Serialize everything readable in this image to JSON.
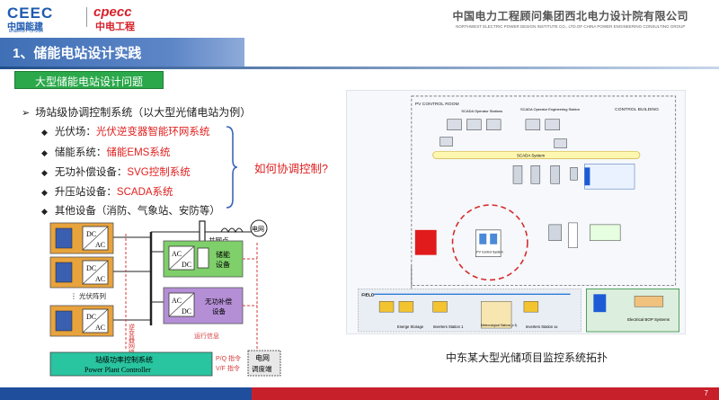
{
  "header": {
    "logo_left_mark": "CEEC",
    "logo_left_cn": "中国能建",
    "logo_left_en": "ENERGY CHINA",
    "logo_right_mark": "cpecc",
    "logo_right_cn": "中电工程",
    "company_cn": "中国电力工程顾问集团西北电力设计院有限公司",
    "company_en": "NORTHWEST ELECTRIC POWER DESIGN INSTITUTE CO., LTD.OF CHINA POWER ENGINEERING CONSULTING GROUP"
  },
  "section_title": "1、储能电站设计实践",
  "subtitle": "大型储能电站设计问题",
  "main_bullet": "场站级协调控制系统（以大型光储电站为例）",
  "sub_bullets": [
    {
      "label": "光伏场：",
      "value": "光伏逆变器智能环网系统"
    },
    {
      "label": "储能系统：",
      "value": "储能EMS系统"
    },
    {
      "label": "无功补偿设备：",
      "value": "SVG控制系统"
    },
    {
      "label": "升压站设备：",
      "value": "SCADA系统"
    },
    {
      "label": "其他设备（消防、气象站、安防等）",
      "value": ""
    }
  ],
  "question": "如何协调控制?",
  "diagram": {
    "dc": "DC",
    "ac": "AC",
    "grid_point": "并网点",
    "grid": "电网",
    "storage": "储能\n设备",
    "var_device": "无功补偿\n设备",
    "pv_array": "光伏阵列",
    "run_info": "运行信息",
    "inverter_network": "逆变器网络",
    "controller_cn": "站级功率控制系统",
    "controller_en": "Power Plant Controller",
    "pq_cmd": "P/Q 指令",
    "vf_cmd": "V/F 指令",
    "dispatch": "电网\n调度端"
  },
  "topology": {
    "pv_control_room": "PV CONTROL ROOM",
    "control_building": "CONTROL BUILDING",
    "scada_op": "SCADA Operator Stations",
    "scada_eng": "SCADA Operator Engineering Station",
    "scada_system": "SCADA System",
    "pv_control_system": "PV Control System",
    "field": "FIELD",
    "energe_storage": "Energe Storage",
    "inverters_1": "Inverters Station 1",
    "meteo": "Meteorological Stations (x 3)",
    "inverters_n": "Inverters Station xx",
    "electrical_bop": "Electrical BOP Systems"
  },
  "caption": "中东某大型光储项目监控系统拓扑",
  "page_number": "7",
  "colors": {
    "title_bar": "#3f6fb5",
    "subtitle_bg": "#2aa84a",
    "accent_red": "#e02020",
    "footer_blue": "#1f4e9c",
    "footer_red": "#c8202b"
  }
}
